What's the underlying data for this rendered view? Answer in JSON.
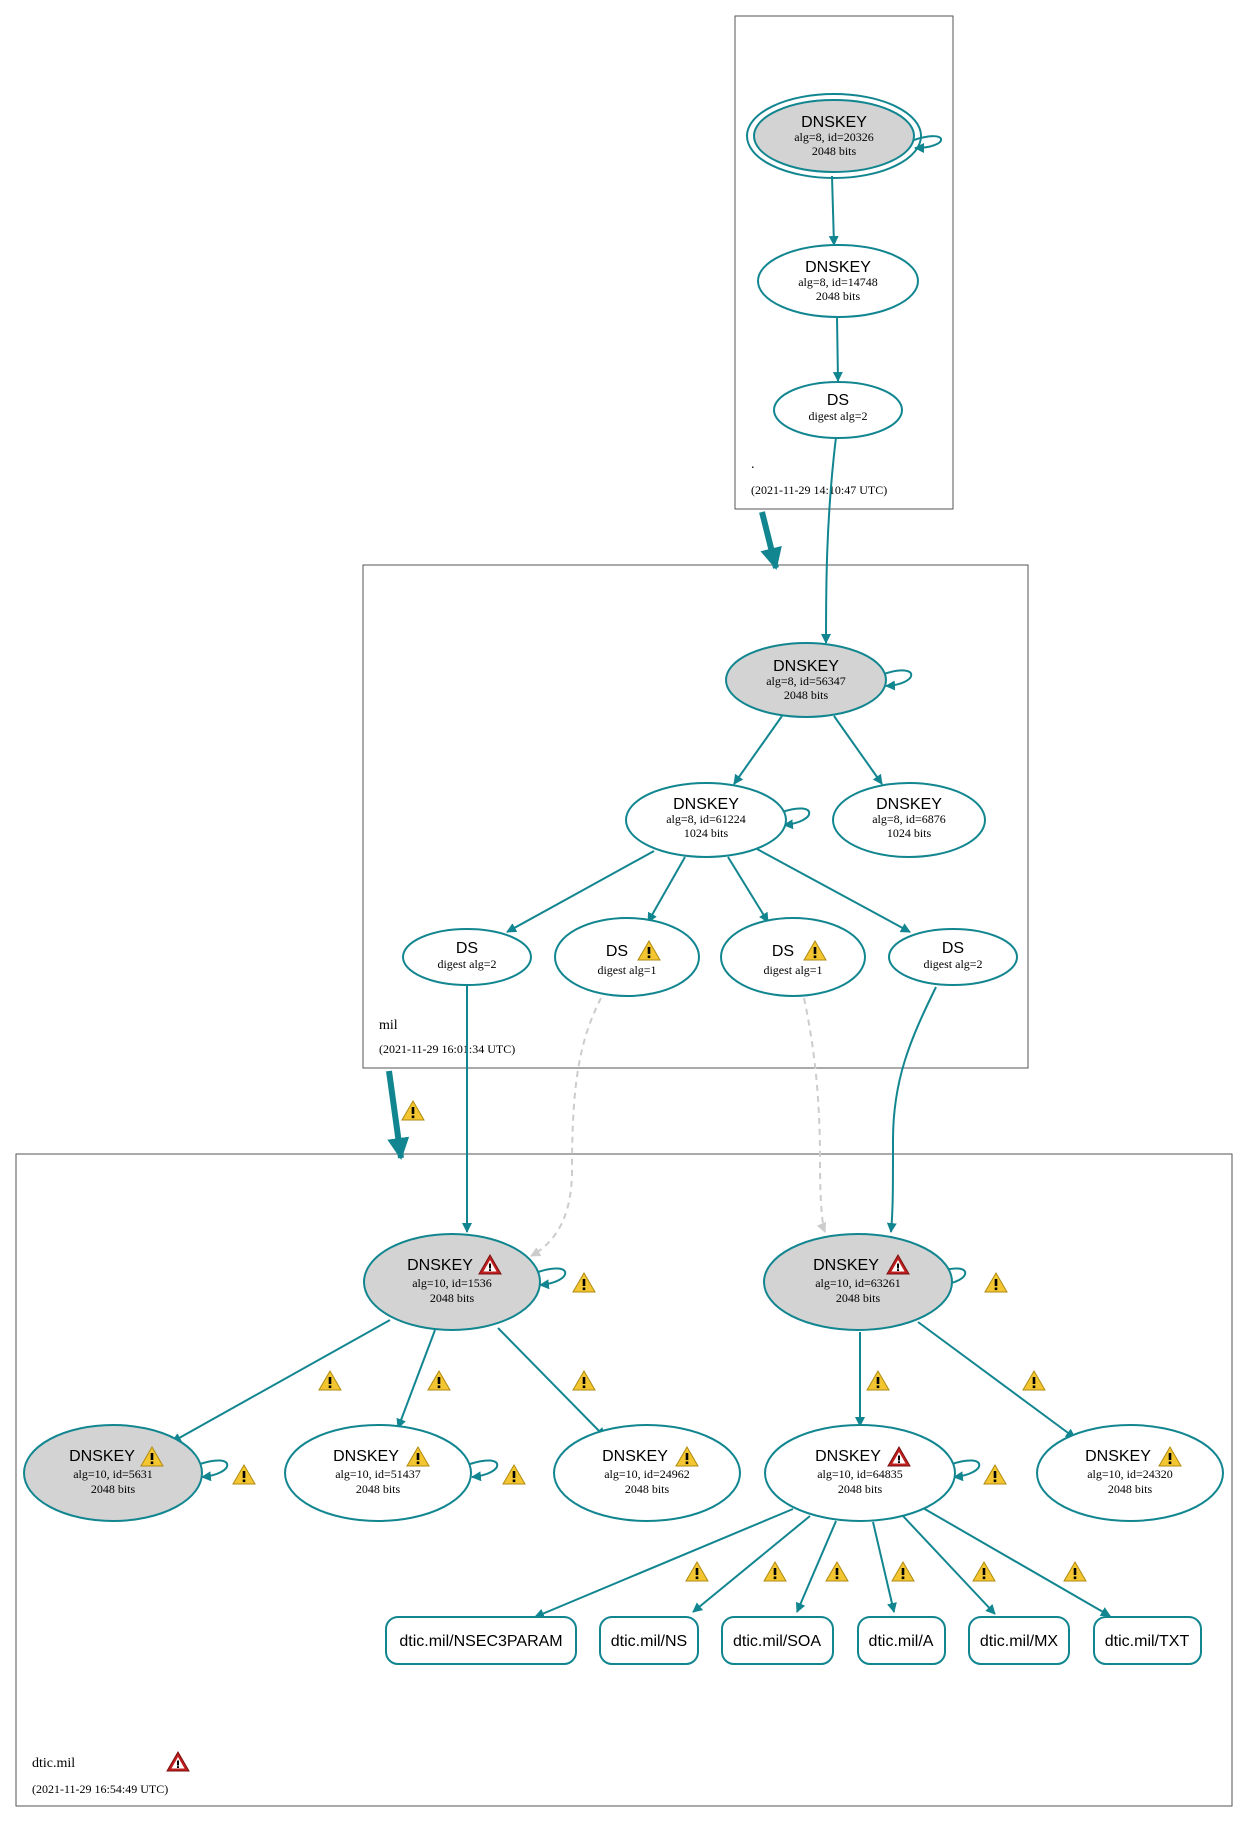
{
  "colors": {
    "edge": "#128690",
    "dashed_edge": "#cccccc",
    "secure_fill": "#d3d3d3",
    "warning_yellow": "#f3c530",
    "error_red": "#c01f1f"
  },
  "zones": {
    "root": {
      "name": ".",
      "timestamp": "(2021-11-29 14:10:47 UTC)"
    },
    "mil": {
      "name": "mil",
      "timestamp": "(2021-11-29 16:01:34 UTC)"
    },
    "dtic": {
      "name": "dtic.mil",
      "timestamp": "(2021-11-29 16:54:49 UTC)"
    }
  },
  "nodes": {
    "root_ksk": {
      "title": "DNSKEY",
      "l1": "alg=8, id=20326",
      "l2": "2048 bits"
    },
    "root_zsk": {
      "title": "DNSKEY",
      "l1": "alg=8, id=14748",
      "l2": "2048 bits"
    },
    "root_ds": {
      "title": "DS",
      "l1": "digest alg=2"
    },
    "mil_ksk": {
      "title": "DNSKEY",
      "l1": "alg=8, id=56347",
      "l2": "2048 bits"
    },
    "mil_zsk1": {
      "title": "DNSKEY",
      "l1": "alg=8, id=61224",
      "l2": "1024 bits"
    },
    "mil_zsk2": {
      "title": "DNSKEY",
      "l1": "alg=8, id=6876",
      "l2": "1024 bits"
    },
    "mil_ds1": {
      "title": "DS",
      "l1": "digest alg=2"
    },
    "mil_ds2": {
      "title": "DS",
      "l1": "digest alg=1"
    },
    "mil_ds3": {
      "title": "DS",
      "l1": "digest alg=1"
    },
    "mil_ds4": {
      "title": "DS",
      "l1": "digest alg=2"
    },
    "dtic_ksk1": {
      "title": "DNSKEY",
      "l1": "alg=10, id=1536",
      "l2": "2048 bits"
    },
    "dtic_ksk2": {
      "title": "DNSKEY",
      "l1": "alg=10, id=63261",
      "l2": "2048 bits"
    },
    "dtic_k5631": {
      "title": "DNSKEY",
      "l1": "alg=10, id=5631",
      "l2": "2048 bits"
    },
    "dtic_k51437": {
      "title": "DNSKEY",
      "l1": "alg=10, id=51437",
      "l2": "2048 bits"
    },
    "dtic_k24962": {
      "title": "DNSKEY",
      "l1": "alg=10, id=24962",
      "l2": "2048 bits"
    },
    "dtic_k64835": {
      "title": "DNSKEY",
      "l1": "alg=10, id=64835",
      "l2": "2048 bits"
    },
    "dtic_k24320": {
      "title": "DNSKEY",
      "l1": "alg=10, id=24320",
      "l2": "2048 bits"
    }
  },
  "rrsets": {
    "nsec3param": "dtic.mil/NSEC3PARAM",
    "ns": "dtic.mil/NS",
    "soa": "dtic.mil/SOA",
    "a": "dtic.mil/A",
    "mx": "dtic.mil/MX",
    "txt": "dtic.mil/TXT"
  }
}
